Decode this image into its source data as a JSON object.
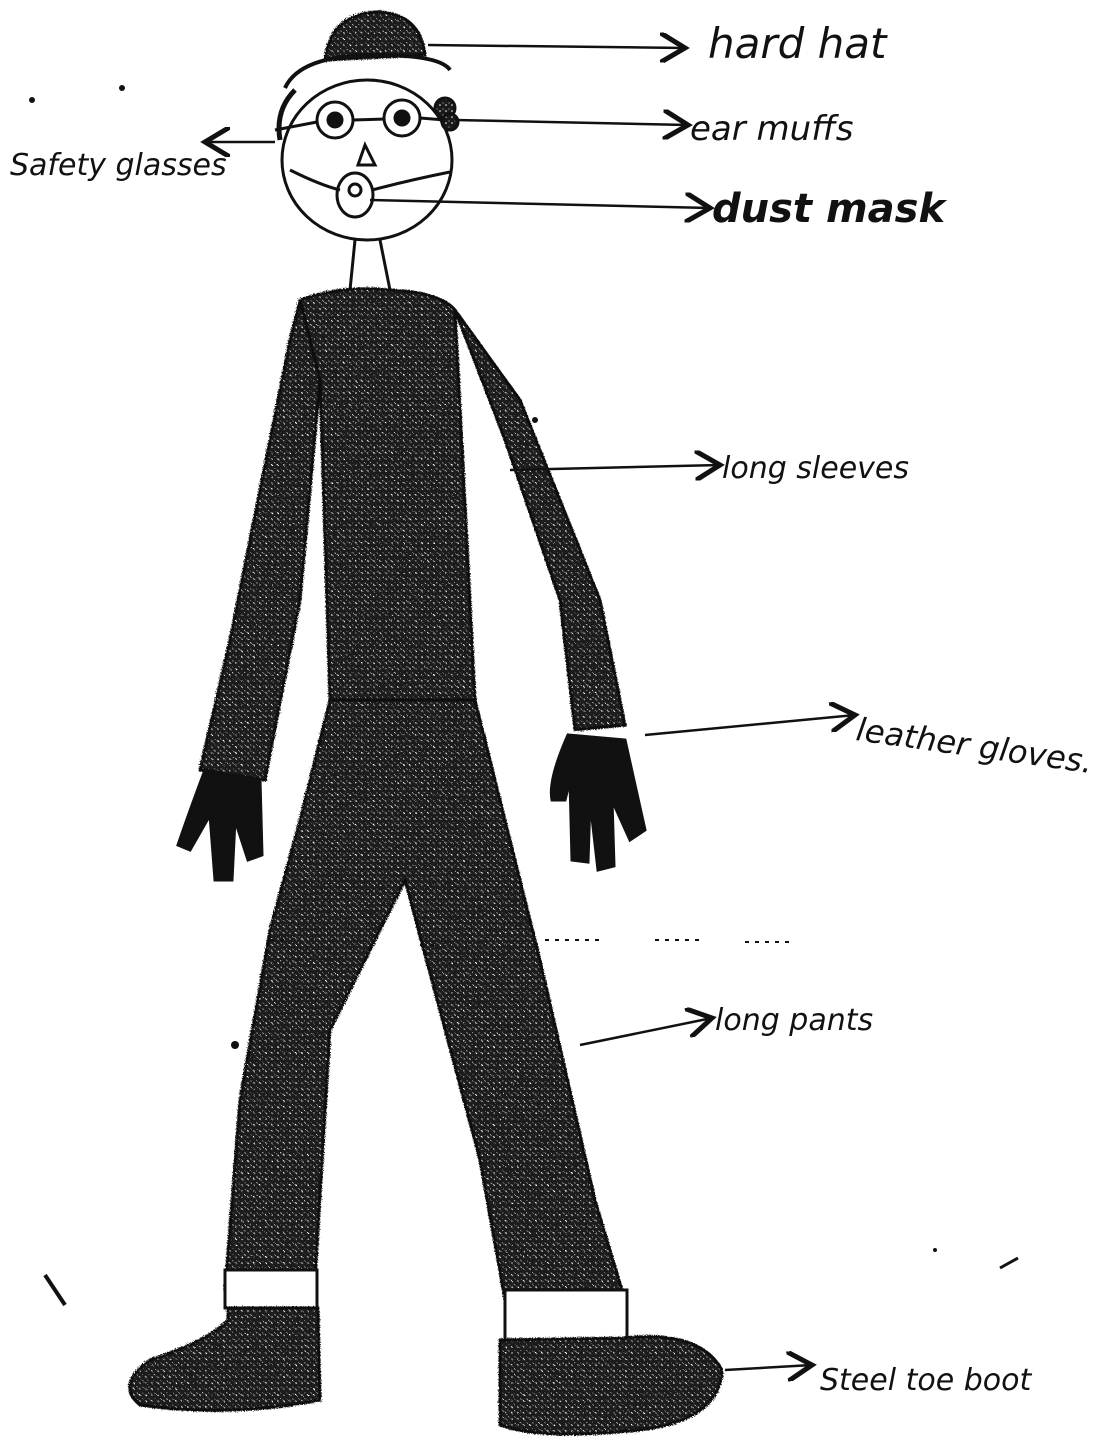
{
  "diagram": {
    "labels": {
      "hard_hat": "hard hat",
      "ear_muffs": "ear muffs",
      "safety_glasses": "Safety glasses",
      "dust_mask": "dust mask",
      "long_sleeves": "long sleeves",
      "leather_gloves": "leather gloves.",
      "long_pants": "long pants",
      "steel_toe_boot": "Steel toe boot"
    },
    "colors": {
      "ink": "#111111",
      "paper": "#ffffff",
      "clothing": "#1a1a1a"
    }
  }
}
